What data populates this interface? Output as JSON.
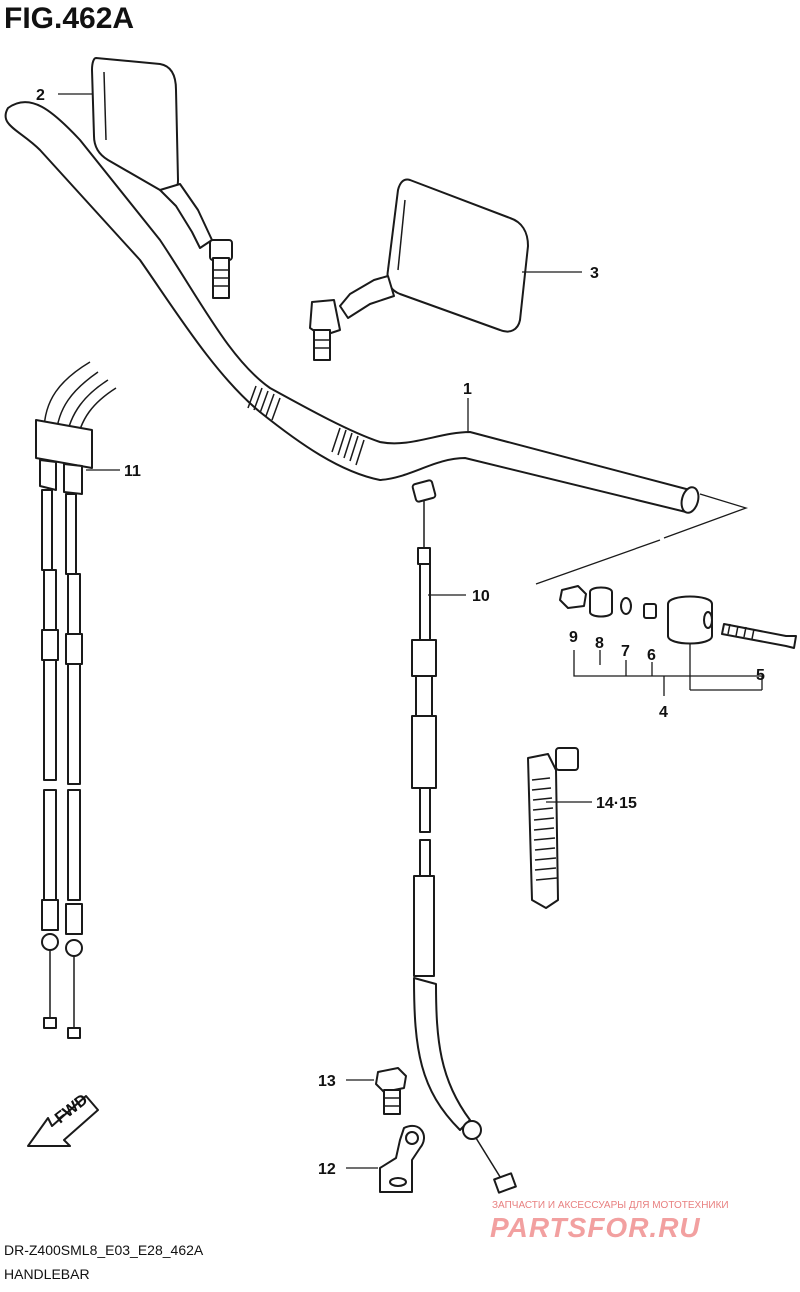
{
  "figure_title": "FIG.462A",
  "diagram_code": "DR-Z400SML8_E03_E28_462A",
  "caption": "HANDLEBAR",
  "fwd_label": "FWD",
  "watermark": {
    "tagline": "ЗАПЧАСТИ И АКСЕССУАРЫ ДЛЯ МОТОТЕХНИКИ",
    "brand": "PARTSFOR.RU"
  },
  "callouts": {
    "handlebar": "1",
    "mirror_left": "2",
    "mirror_right": "3",
    "balancer_assembly": "4",
    "balancer_screw": "5",
    "balancer_item_6": "6",
    "balancer_item_7": "7",
    "balancer_item_8": "8",
    "balancer_nut": "9",
    "clutch_cable": "10",
    "throttle_cable": "11",
    "cable_guide": "12",
    "guide_bolt": "13",
    "cable_tie": "14·15"
  },
  "colors": {
    "line": "#1a1a1a",
    "watermark": "#f2a0a0"
  }
}
